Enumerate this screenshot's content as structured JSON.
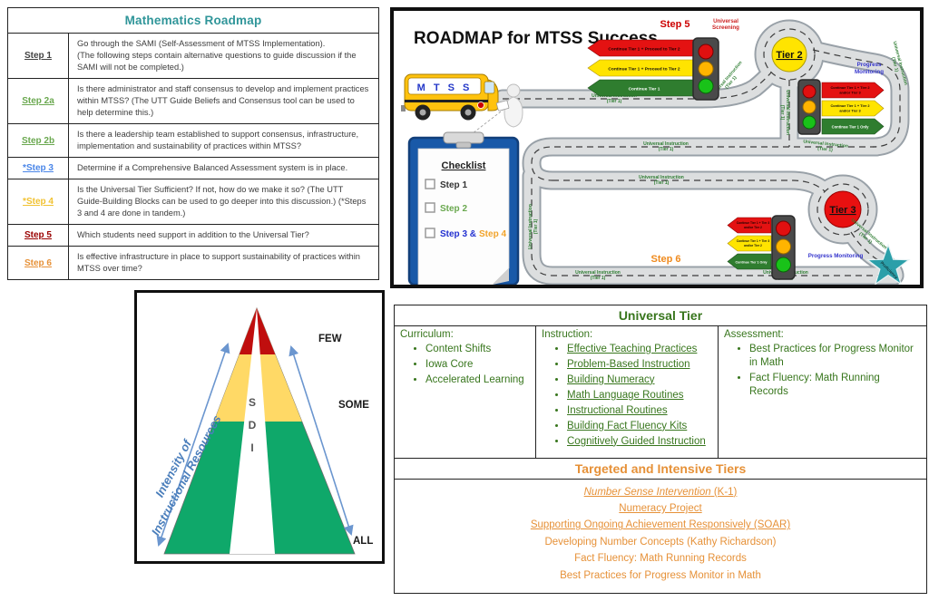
{
  "palette": {
    "teal_title": "#2f9599",
    "body_text": "#3d3d3d",
    "step1": "#434343",
    "step2": "#6aa84f",
    "step3": "#4a86e8",
    "step4": "#f1c232",
    "step5": "#990000",
    "step6": "#e69138",
    "green_text": "#38761d",
    "orange_text": "#e69138",
    "road_label_green": "#2e7d32",
    "red_label": "#cc0000",
    "blue_label": "#3333cc",
    "tier2_yellow": "#ffe400",
    "tier3_red": "#e81010",
    "star_teal": "#2b9fa9"
  },
  "steps_table": {
    "title": "Mathematics Roadmap",
    "rows": [
      {
        "label": "Step 1",
        "color": "#434343",
        "text": "Go through the SAMI (Self-Assessment of MTSS Implementation).\n(The following steps contain alternative questions to guide discussion if the SAMI will not be completed.)"
      },
      {
        "label": "Step 2a",
        "color": "#6aa84f",
        "text": "Is there administrator and staff consensus to develop and implement practices within MTSS? (The UTT Guide Beliefs and Consensus tool can be used to help determine this.)"
      },
      {
        "label": "Step 2b",
        "color": "#6aa84f",
        "text": "Is there a leadership team established to support consensus, infrastructure, implementation and sustainability of practices within MTSS?"
      },
      {
        "label": "*Step 3",
        "color": "#4a86e8",
        "text": "Determine if a Comprehensive Balanced Assessment system is in place."
      },
      {
        "label": "*Step 4",
        "color": "#f1c232",
        "text": "Is the Universal Tier Sufficient? If not, how do we make it so? (The UTT Guide-Building Blocks can be used to go deeper into this discussion.) (*Steps 3 and 4 are done in tandem.)"
      },
      {
        "label": "Step 5",
        "color": "#990000",
        "text": "Which students need support in addition to the Universal Tier?"
      },
      {
        "label": "Step 6",
        "color": "#e69138",
        "text": "Is effective infrastructure in place to support sustainability of practices within MTSS over time?"
      }
    ]
  },
  "roadmap": {
    "title": "ROADMAP for MTSS Success",
    "bus_letters": "M T S S",
    "step5_label": "Step 5",
    "screening_line1": "Universal",
    "screening_line2": "Screening",
    "pm_line1": "Progress",
    "pm_line2": "Monitoring",
    "pm_single": "Progress Monitoring",
    "step6_label": "Step 6",
    "tier2_label": "Tier 2",
    "tier3_label": "Tier 3",
    "road_label_line1": "Universal Instruction",
    "road_label_line2": "(Tier 1)",
    "star_label": "Proficiency",
    "checklist": {
      "title": "Checklist",
      "items": [
        {
          "label": "Step 1",
          "color": "#333333"
        },
        {
          "label": "Step 2",
          "color": "#6aa84f"
        },
        {
          "label": "Step 3 &",
          "color": "#2230d0",
          "label2": "Step 4",
          "color2": "#f1a32a"
        }
      ]
    },
    "lights": {
      "screening": {
        "red": "Continue Tier 1 + Proceed to Tier 2",
        "yellow": "Continue Tier 1 + Proceed to Tier 2",
        "green": "Continue Tier 1"
      },
      "pm_tier2": {
        "red_l1": "Continue Tier 1 + Tier 2",
        "red_l2": "and/or Tier 3",
        "yellow_l1": "Continue Tier 1 + Tier 2",
        "yellow_l2": "and/or Tier 3",
        "green": "Continue Tier 1 Only"
      },
      "pm_tier3": {
        "red_l1": "Continue Tier 1 + Tier 3",
        "red_l2": "and/or Tier 2",
        "yellow_l1": "Continue Tier 1 + Tier 3",
        "yellow_l2": "and/or Tier 2",
        "green": "Continue Tier 1 Only"
      }
    }
  },
  "pyramid": {
    "few": "FEW",
    "some": "SOME",
    "all": "ALL",
    "sdi_letters": [
      "S",
      "D",
      "I"
    ],
    "axis_line1": "Intensity of",
    "axis_line2": "Instructional Resources"
  },
  "universal_tier": {
    "title": "Universal Tier",
    "columns": [
      {
        "heading": "Curriculum:",
        "items": [
          "Content Shifts",
          "Iowa Core",
          "Accelerated Learning"
        ]
      },
      {
        "heading": "Instruction:",
        "items": [
          "Effective Teaching Practices",
          "Problem-Based Instruction",
          "Building Numeracy",
          "Math Language Routines",
          "Instructional Routines",
          "Building Fact Fluency Kits",
          "Cognitively Guided Instruction"
        ]
      },
      {
        "heading": "Assessment:",
        "items": [
          "Best Practices for Progress Monitor in Math",
          "Fact Fluency: Math Running Records"
        ]
      }
    ]
  },
  "targeted_tiers": {
    "title": "Targeted and Intensive Tiers",
    "item0_main": "Number Sense Intervention",
    "item0_suffix": " (K-1)",
    "items": [
      "Numeracy Project",
      "Supporting Ongoing Achievement Responsively (SOAR)",
      "Developing Number Concepts (Kathy Richardson)",
      "Fact Fluency: Math Running Records",
      "Best Practices for Progress Monitor in Math"
    ]
  }
}
